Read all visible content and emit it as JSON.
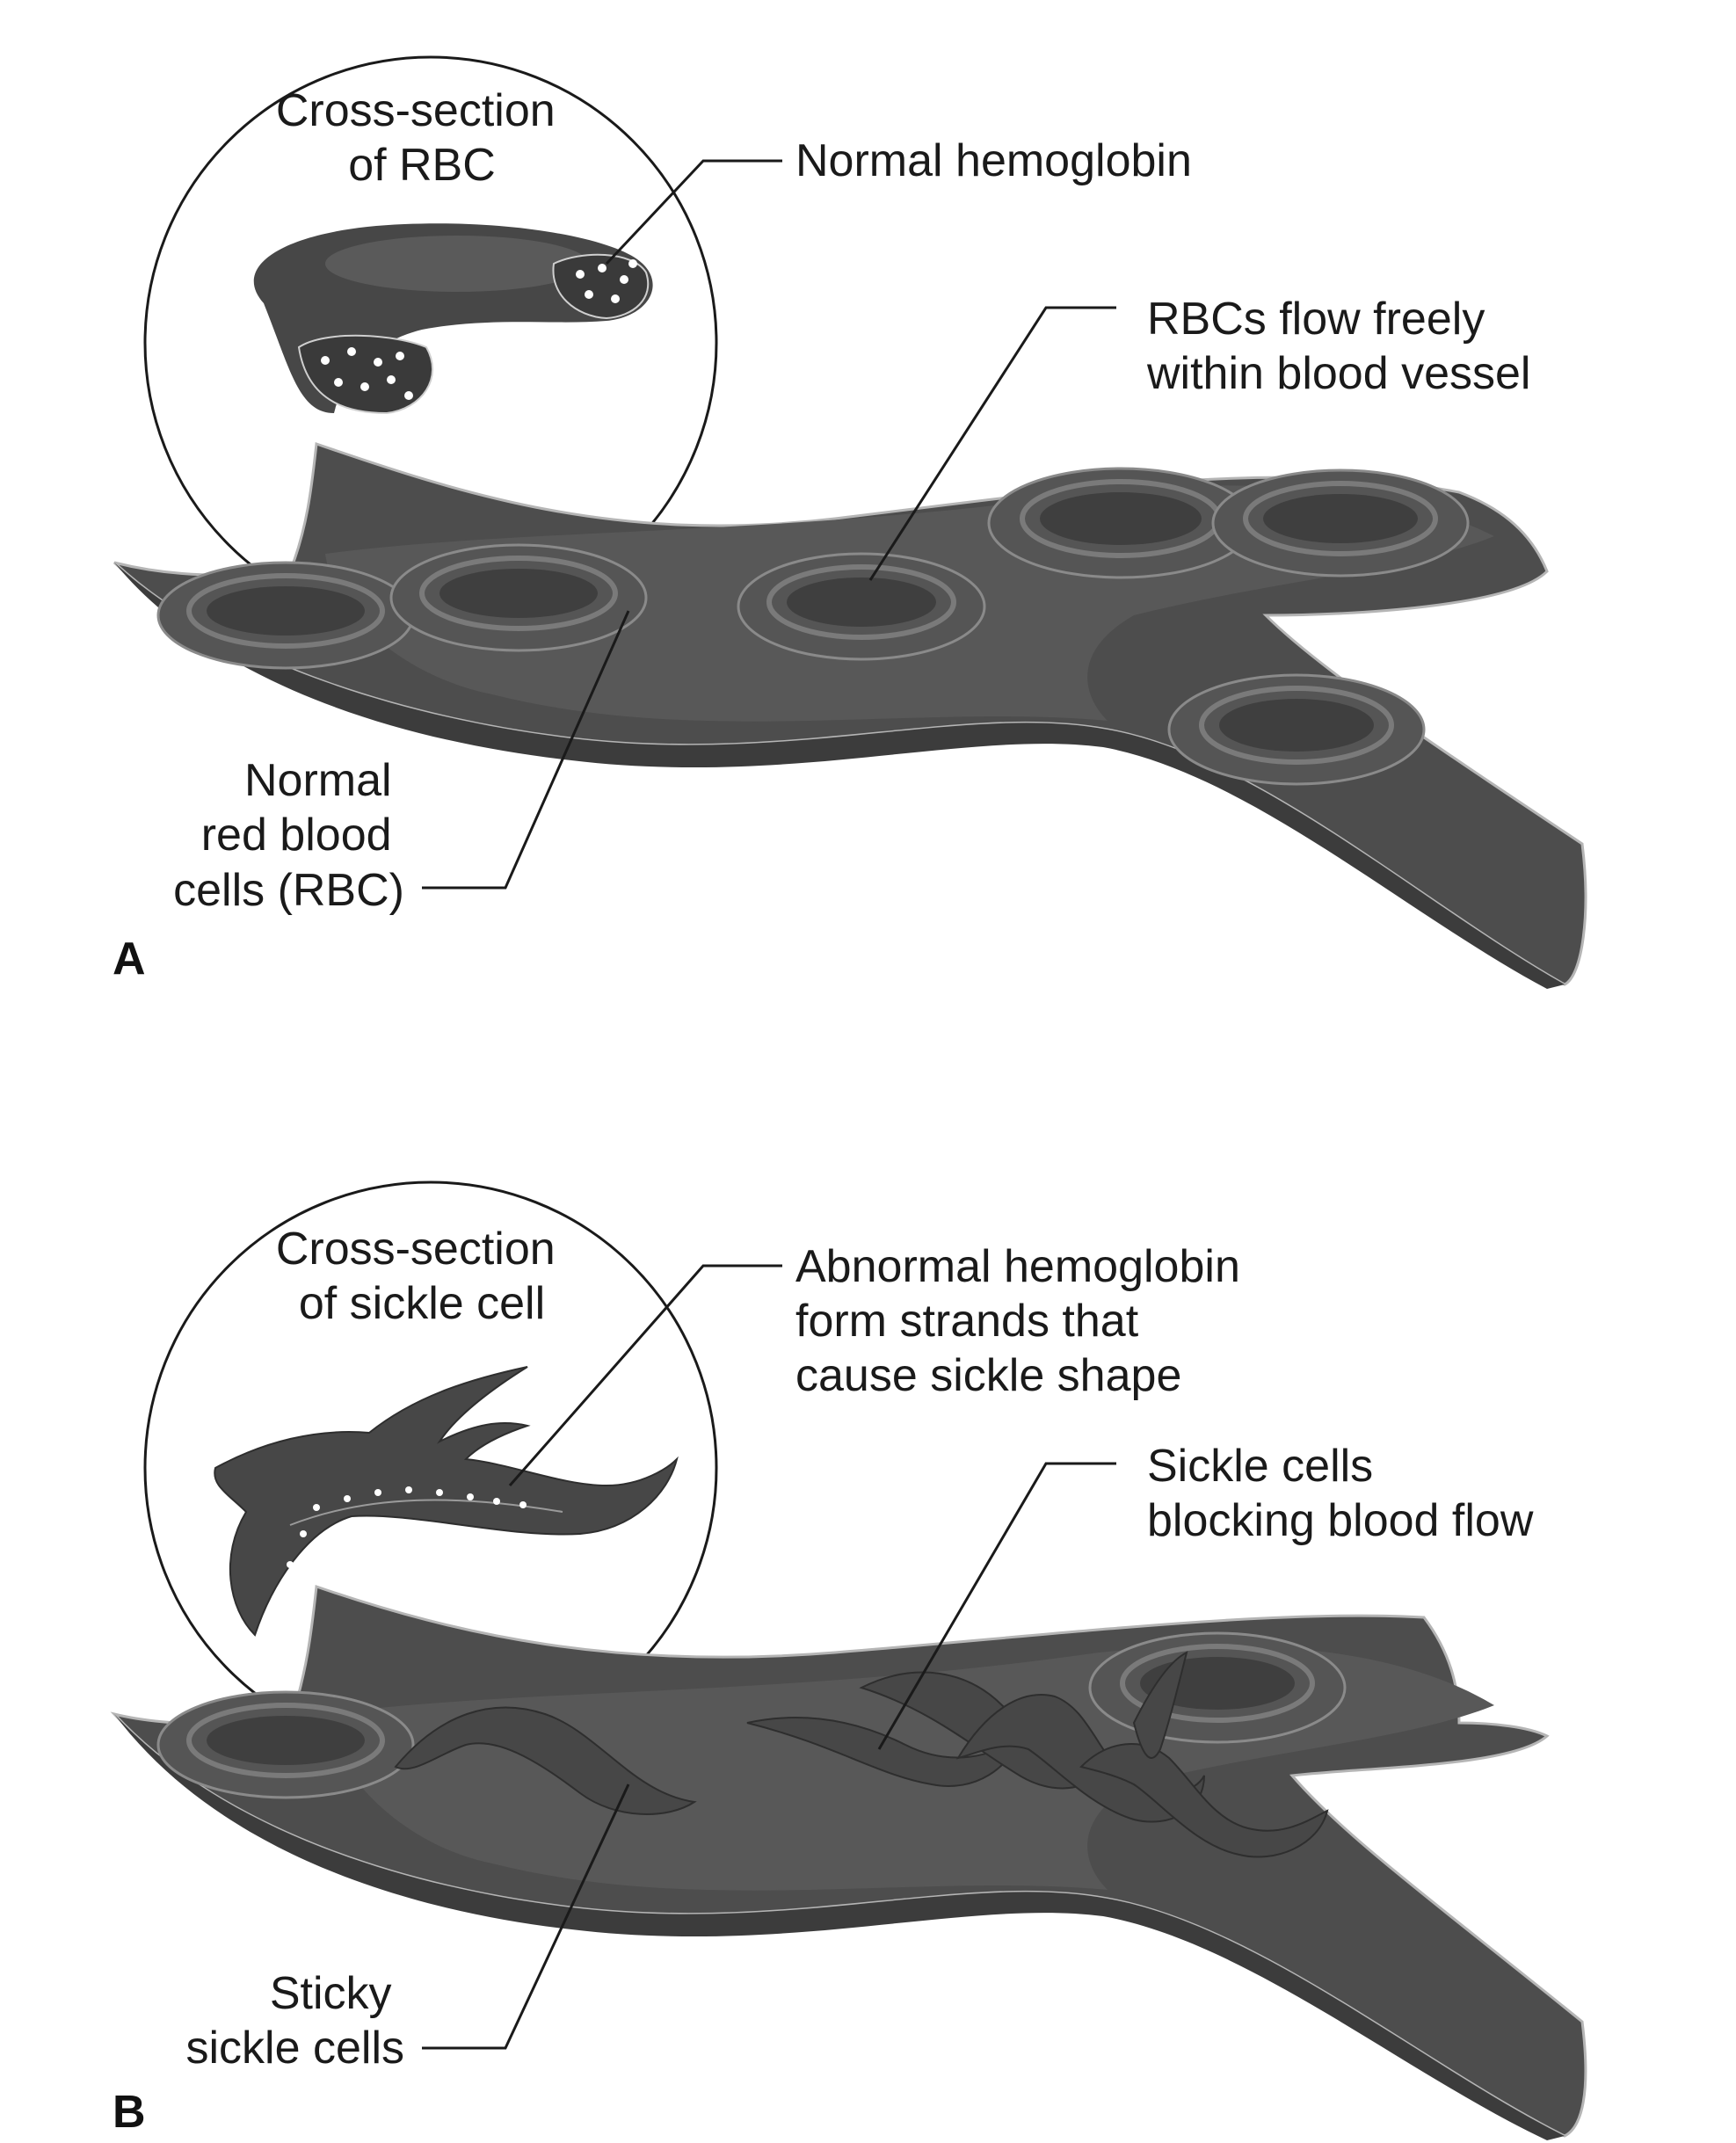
{
  "panel_a": {
    "letter": "A",
    "callout_title_lines": [
      "Cross-section",
      "of RBC"
    ],
    "label_hemoglobin": [
      "Normal hemoglobin"
    ],
    "label_flow": [
      "RBCs flow freely",
      "within blood vessel"
    ],
    "label_rbc": [
      "Normal",
      "red blood",
      "cells (RBC)"
    ]
  },
  "panel_b": {
    "letter": "B",
    "callout_title_lines": [
      "Cross-section",
      "of sickle cell"
    ],
    "label_hemoglobin": [
      "Abnormal hemoglobin",
      "form strands that",
      "cause sickle shape"
    ],
    "label_blocking": [
      "Sickle cells",
      "blocking blood flow"
    ],
    "label_sticky": [
      "Sticky",
      "sickle cells"
    ]
  },
  "colors": {
    "vessel": "#4d4d4d",
    "cell": "#555555",
    "background": "#ffffff"
  }
}
